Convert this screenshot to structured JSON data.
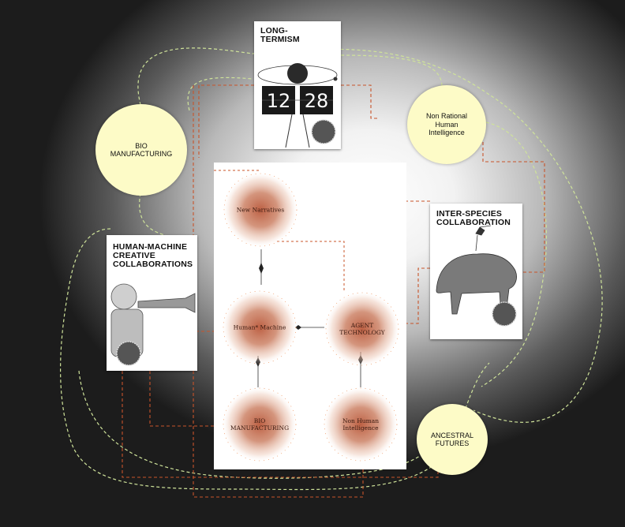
{
  "cards": {
    "longtermism": {
      "title": "LONG-\nTERMISM",
      "clock_left": "12",
      "clock_right": "28"
    },
    "interspecies": {
      "title": "INTER-SPECIES\nCOLLABORATION"
    },
    "human_machine": {
      "title": "HUMAN-MACHINE\nCREATIVE\nCOLLABORATIONS"
    }
  },
  "bubbles": {
    "bio_manufacturing": "BIO\nMANUFACTURING",
    "non_rational": "Non Rational\nHuman\nIntelligence",
    "ancestral": "ANCESTRAL\nFUTURES"
  },
  "panel_nodes": {
    "new_narratives": "New Narratives",
    "human_machine": "Human* Machine",
    "agent_technology": "AGENT\nTECHNOLOGY",
    "bio_manufacturing": "BIO\nMANUFACTURING",
    "nonhuman_intelligence": "Non Human\nIntelligence"
  },
  "colors": {
    "dashed_green": "#cfe39a",
    "dashed_orange": "#c8542a",
    "node_glow": "#b9583a",
    "bubble_fill": "#fdfbc7"
  }
}
